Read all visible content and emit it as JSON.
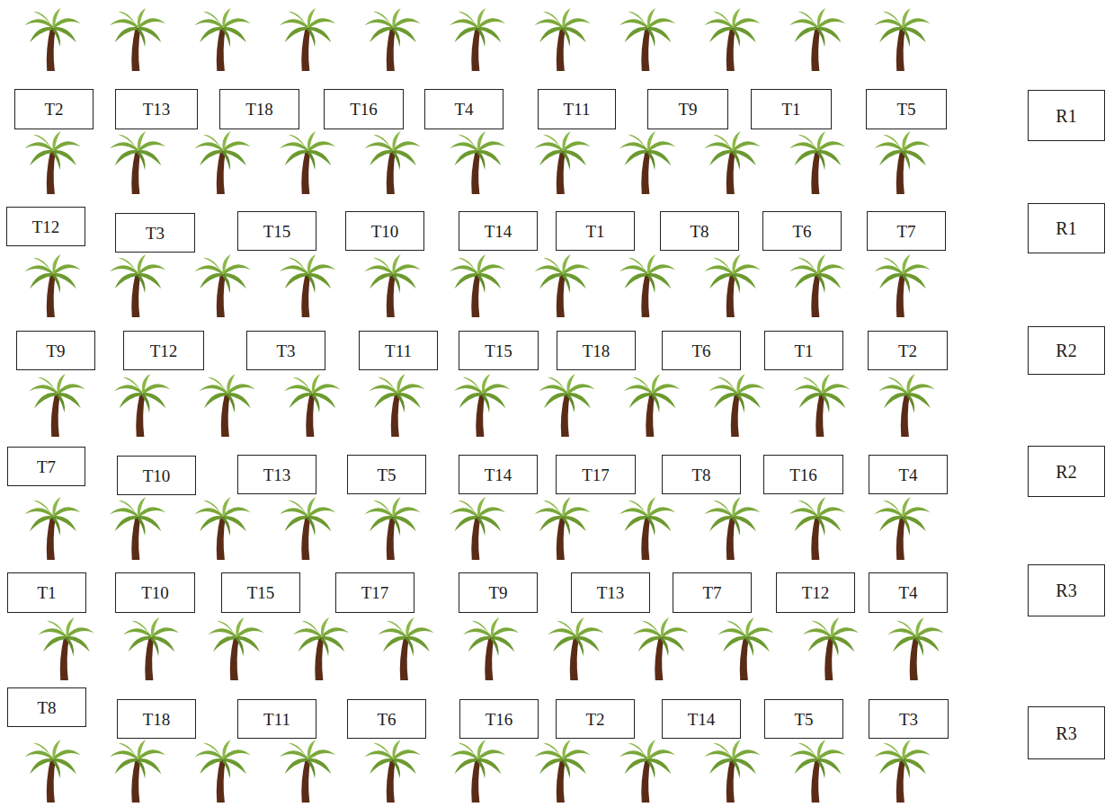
{
  "diagram": {
    "nodes": [
      {
        "text": [
          "T2"
        ]
      },
      {
        "text": [
          "T13"
        ]
      },
      {
        "text": [
          "T18"
        ]
      },
      {
        "text": [
          "T16"
        ]
      },
      {
        "text": [
          "T4"
        ]
      },
      {
        "text": [
          "T11"
        ]
      },
      {
        "text": [
          "T9"
        ]
      },
      {
        "text": [
          "T1"
        ]
      },
      {
        "text": [
          "T5"
        ]
      },
      {
        "text": [
          "R1"
        ]
      },
      {
        "text": [
          "T12"
        ]
      },
      {
        "text": [
          "T3"
        ]
      },
      {
        "text": [
          "T15"
        ]
      },
      {
        "text": [
          "T10"
        ]
      },
      {
        "text": [
          "T14"
        ]
      },
      {
        "text": [
          "T1"
        ]
      },
      {
        "text": [
          "T8"
        ]
      },
      {
        "text": [
          "T6"
        ]
      },
      {
        "text": [
          "T7"
        ]
      },
      {
        "text": [
          "R1"
        ]
      },
      {
        "text": [
          "T9"
        ]
      },
      {
        "text": [
          "T12"
        ]
      },
      {
        "text": [
          "T3"
        ]
      },
      {
        "text": [
          "T11"
        ]
      },
      {
        "text": [
          "T15"
        ]
      },
      {
        "text": [
          "T18"
        ]
      },
      {
        "text": [
          "T6"
        ]
      },
      {
        "text": [
          "T1"
        ]
      },
      {
        "text": [
          "T2"
        ]
      },
      {
        "text": [
          "R2"
        ]
      },
      {
        "text": [
          "T7"
        ]
      },
      {
        "text": [
          "T10"
        ]
      },
      {
        "text": [
          "T13"
        ]
      },
      {
        "text": [
          "T5"
        ]
      },
      {
        "text": [
          "T14"
        ]
      },
      {
        "text": [
          "T17"
        ]
      },
      {
        "text": [
          "T8"
        ]
      },
      {
        "text": [
          "T16"
        ]
      },
      {
        "text": [
          "T4"
        ]
      },
      {
        "text": [
          "R2"
        ]
      },
      {
        "text": [
          "T1"
        ]
      },
      {
        "text": [
          "T10"
        ]
      },
      {
        "text": [
          "T15"
        ]
      },
      {
        "text": [
          "T17"
        ]
      },
      {
        "text": [
          "T9"
        ]
      },
      {
        "text": [
          "T13"
        ]
      },
      {
        "text": [
          "T7"
        ]
      },
      {
        "text": [
          "T12"
        ]
      },
      {
        "text": [
          "T4"
        ]
      },
      {
        "text": [
          "R3"
        ]
      },
      {
        "text": [
          "T8"
        ]
      },
      {
        "text": [
          "T18"
        ]
      },
      {
        "text": [
          "T11"
        ]
      },
      {
        "text": [
          "T6"
        ]
      },
      {
        "text": [
          "T16"
        ]
      },
      {
        "text": [
          "T2"
        ]
      },
      {
        "text": [
          "T14"
        ]
      },
      {
        "text": [
          "T5"
        ]
      },
      {
        "text": [
          "T3"
        ]
      },
      {
        "text": [
          "R3"
        ]
      }
    ]
  }
}
